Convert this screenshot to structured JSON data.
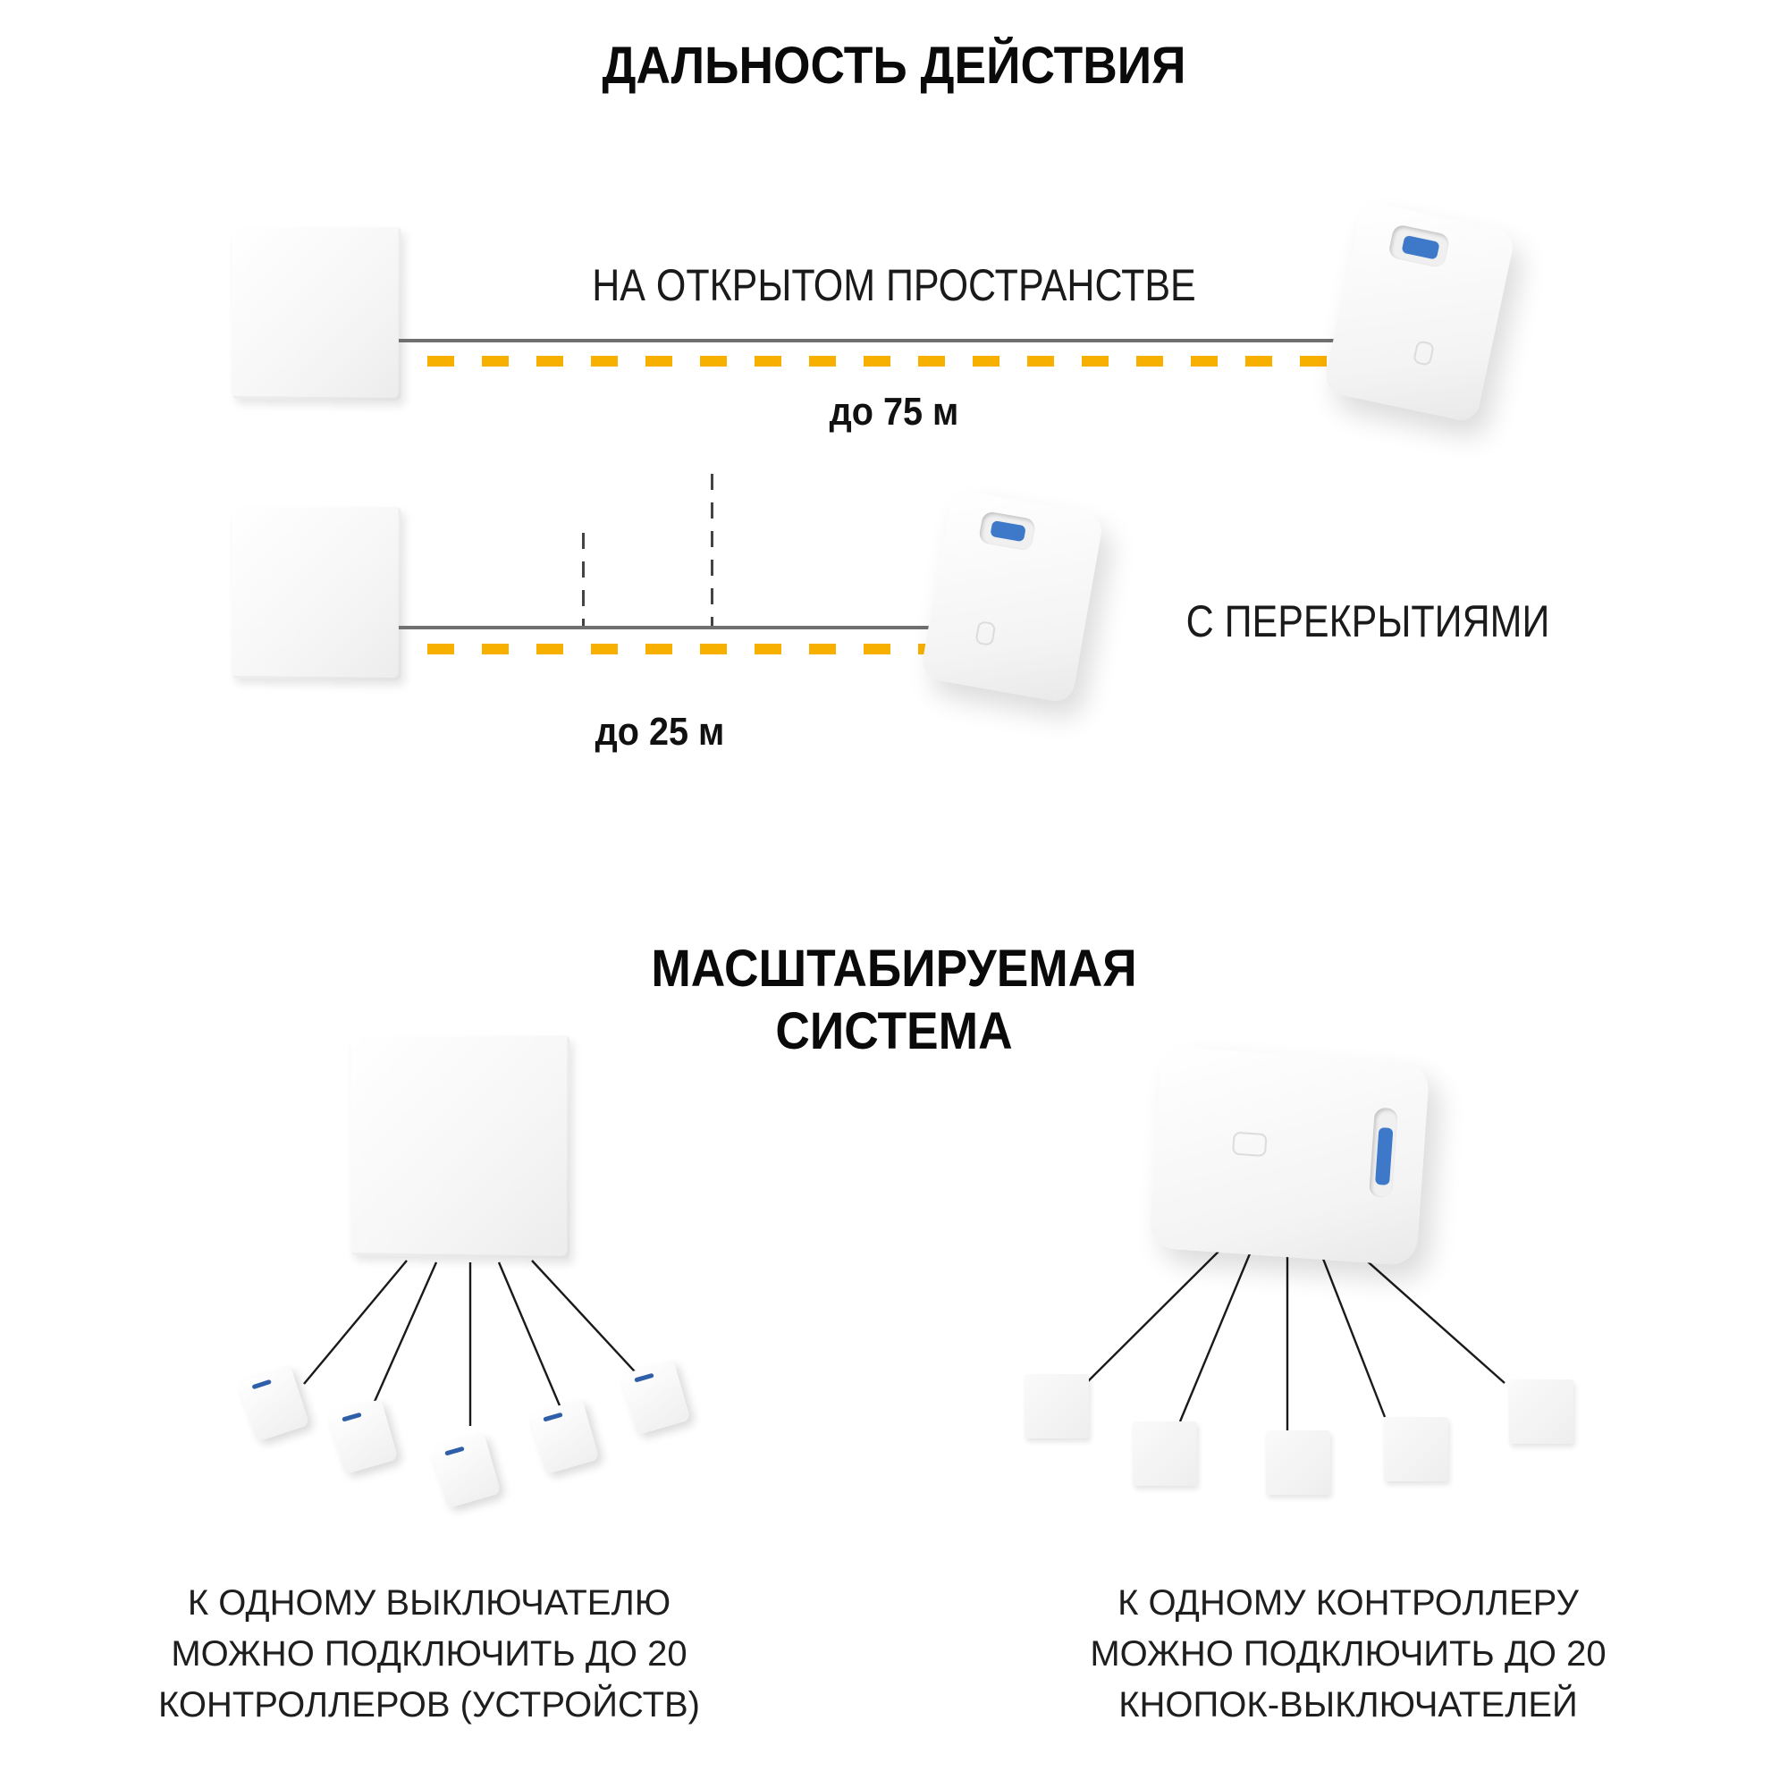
{
  "range_section": {
    "title": "ДАЛЬНОСТЬ ДЕЙСТВИЯ",
    "open_space": {
      "label": "НА ОТКРЫТОМ ПРОСТРАНСТВЕ",
      "distance": "до 75 м"
    },
    "with_obstacles": {
      "label": "С ПЕРЕКРЫТИЯМИ",
      "distance": "до 25 м"
    }
  },
  "scalable_section": {
    "title_line1": "МАСШТАБИРУЕМАЯ",
    "title_line2": "СИСТЕМА",
    "left_caption": {
      "line1": "К ОДНОМУ ВЫКЛЮЧАТЕЛЮ",
      "line2": "МОЖНО ПОДКЛЮЧИТЬ ДО 20",
      "line3": "КОНТРОЛЛЕРОВ (УСТРОЙСТВ)"
    },
    "right_caption": {
      "line1": "К ОДНОМУ КОНТРОЛЛЕРУ",
      "line2": "МОЖНО ПОДКЛЮЧИТЬ ДО 20",
      "line3": "КНОПОК-ВЫКЛЮЧАТЕЛЕЙ"
    }
  },
  "colors": {
    "signal_dash": "#F7B000",
    "link_line": "#707070",
    "terminal_blue": "#3D78C9"
  },
  "icons": [
    "wall-switch-panel-icon",
    "relay-controller-icon",
    "wall-obstacle-dashed-line"
  ]
}
